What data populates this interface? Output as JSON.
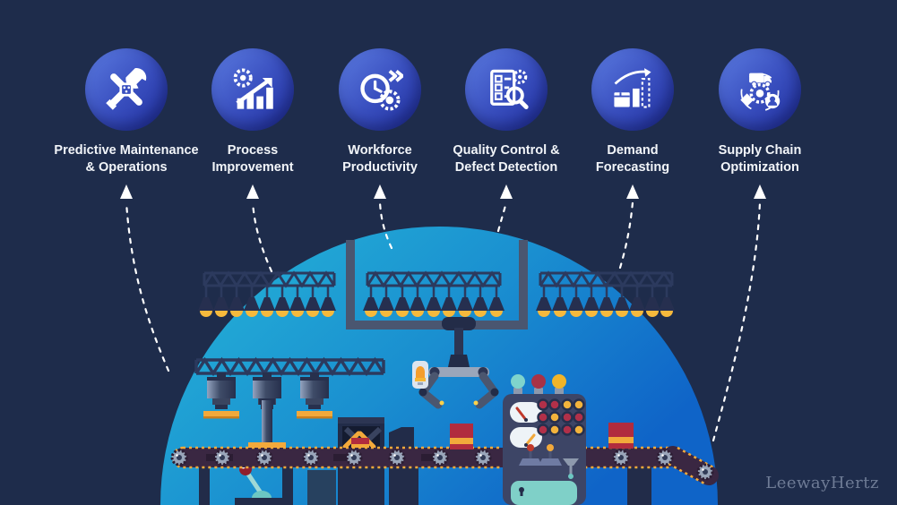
{
  "page": {
    "background": "#1e2c4b",
    "watermark": "LeewayHertz",
    "watermark_color": "#6e7b95"
  },
  "use_cases": [
    {
      "label_line1": "Predictive Maintenance",
      "label_line2": "& Operations",
      "icon": "wrench-screwdriver-chip"
    },
    {
      "label_line1": "Process",
      "label_line2": "Improvement",
      "icon": "gear-growth-chart"
    },
    {
      "label_line1": "Workforce",
      "label_line2": "Productivity",
      "icon": "clock-gear-fast-forward"
    },
    {
      "label_line1": "Quality Control &",
      "label_line2": "Defect Detection",
      "icon": "checklist-gear-magnifier"
    },
    {
      "label_line1": "Demand",
      "label_line2": "Forecasting",
      "icon": "package-bar-chart-arrow"
    },
    {
      "label_line1": "Supply Chain",
      "label_line2": "Optimization",
      "icon": "truck-gear-package-user"
    }
  ],
  "icon_style": {
    "circle_gradient_start": "#5b7be0",
    "circle_gradient_mid": "#3a50c0",
    "circle_gradient_end": "#2130a0",
    "glyph_color": "#ffffff"
  },
  "scene": {
    "description": "smart factory illustration inside glowing blue dome with ceiling lamps, robotic claw, hydraulic presses, conveyor belt and control panel",
    "dome_gradient": [
      "#26b7d8",
      "#1a8fd0",
      "#0f64c8"
    ],
    "structure_color": "#2c3a5e",
    "frame_color": "#4a5670",
    "belt_color": "#3a2742",
    "accent_yellow": "#f2a93b",
    "accent_red": "#b12c3e",
    "teal": "#7fd4cc",
    "arrow_color": "#ffffff"
  },
  "control_panel": {
    "bulbs": [
      "teal",
      "red",
      "yellow"
    ],
    "bulb_colors": {
      "teal": "#7fd4cc",
      "red": "#a83246",
      "yellow": "#f0b429"
    },
    "lights": [
      "red",
      "red",
      "yellow",
      "yellow",
      "red",
      "yellow",
      "red",
      "red",
      "red",
      "yellow",
      "red",
      "yellow"
    ],
    "light_colors": {
      "red": "#b13049",
      "yellow": "#f2b33c"
    }
  }
}
